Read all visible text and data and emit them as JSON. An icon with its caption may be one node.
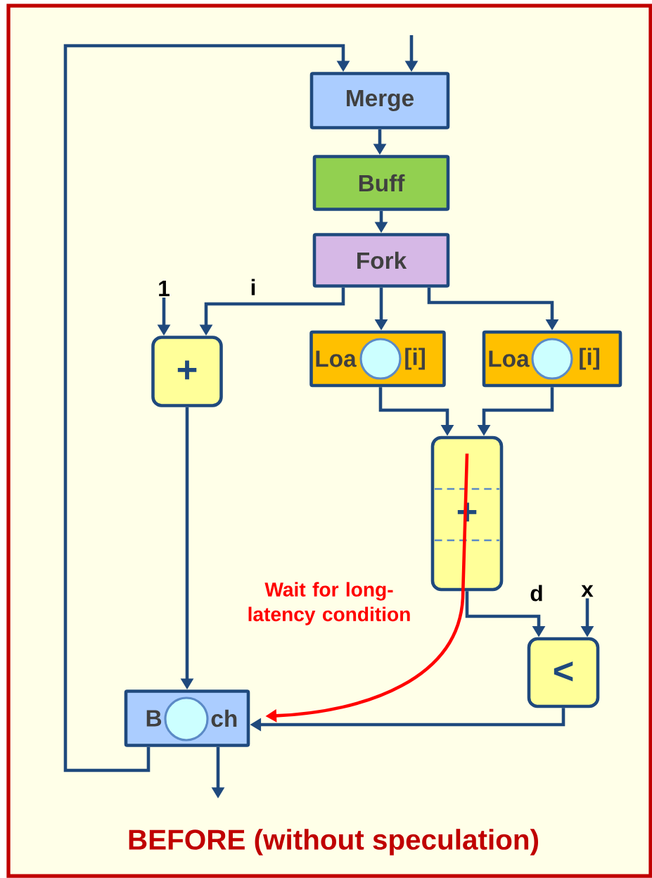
{
  "diagram": {
    "caption": "BEFORE (without speculation)",
    "nodes": [
      {
        "text": [
          "Merge"
        ]
      },
      {
        "text": [
          "Buff"
        ]
      },
      {
        "text": [
          "Fork"
        ]
      },
      {
        "text": [
          "+"
        ]
      },
      {
        "text": [
          "Loa",
          "[i]"
        ]
      },
      {
        "text": [
          "Loa",
          "[i]"
        ]
      },
      {
        "text": [
          "+"
        ]
      },
      {
        "text": [
          "<"
        ]
      },
      {
        "text": [
          "B",
          "ch"
        ]
      },
      {
        "text": [],
        "shape": "circle",
        "in": 4
      },
      {
        "text": [],
        "shape": "circle",
        "in": 5
      },
      {
        "text": [],
        "shape": "circle",
        "in": 8
      },
      {
        "text": [
          "1"
        ]
      },
      {
        "text": [
          "x"
        ]
      }
    ],
    "edges": [
      {
        "from": null,
        "to": 0,
        "arrow": "to"
      },
      {
        "from": 8,
        "to": 0,
        "arrow": "to"
      },
      {
        "from": 0,
        "to": 1,
        "arrow": "to"
      },
      {
        "from": 1,
        "to": 2,
        "arrow": "to"
      },
      {
        "from": 2,
        "to": 3,
        "arrow": "to",
        "label": "i"
      },
      {
        "from": 2,
        "to": 4,
        "arrow": "to"
      },
      {
        "from": 2,
        "to": 5,
        "arrow": "to"
      },
      {
        "from": 12,
        "to": 3,
        "arrow": "to"
      },
      {
        "from": 4,
        "to": 6,
        "arrow": "to"
      },
      {
        "from": 5,
        "to": 6,
        "arrow": "to"
      },
      {
        "from": 3,
        "to": 8,
        "arrow": "to"
      },
      {
        "from": 6,
        "to": 7,
        "arrow": "to",
        "label": "d"
      },
      {
        "from": 13,
        "to": 7,
        "arrow": "to"
      },
      {
        "from": 7,
        "to": 8,
        "arrow": "to"
      },
      {
        "from": 8,
        "to": null,
        "arrow": "to"
      },
      {
        "from": 6,
        "to": 8,
        "arrow": "to",
        "label": "Wait for long-latency condition",
        "color": "#ff0000"
      }
    ]
  }
}
